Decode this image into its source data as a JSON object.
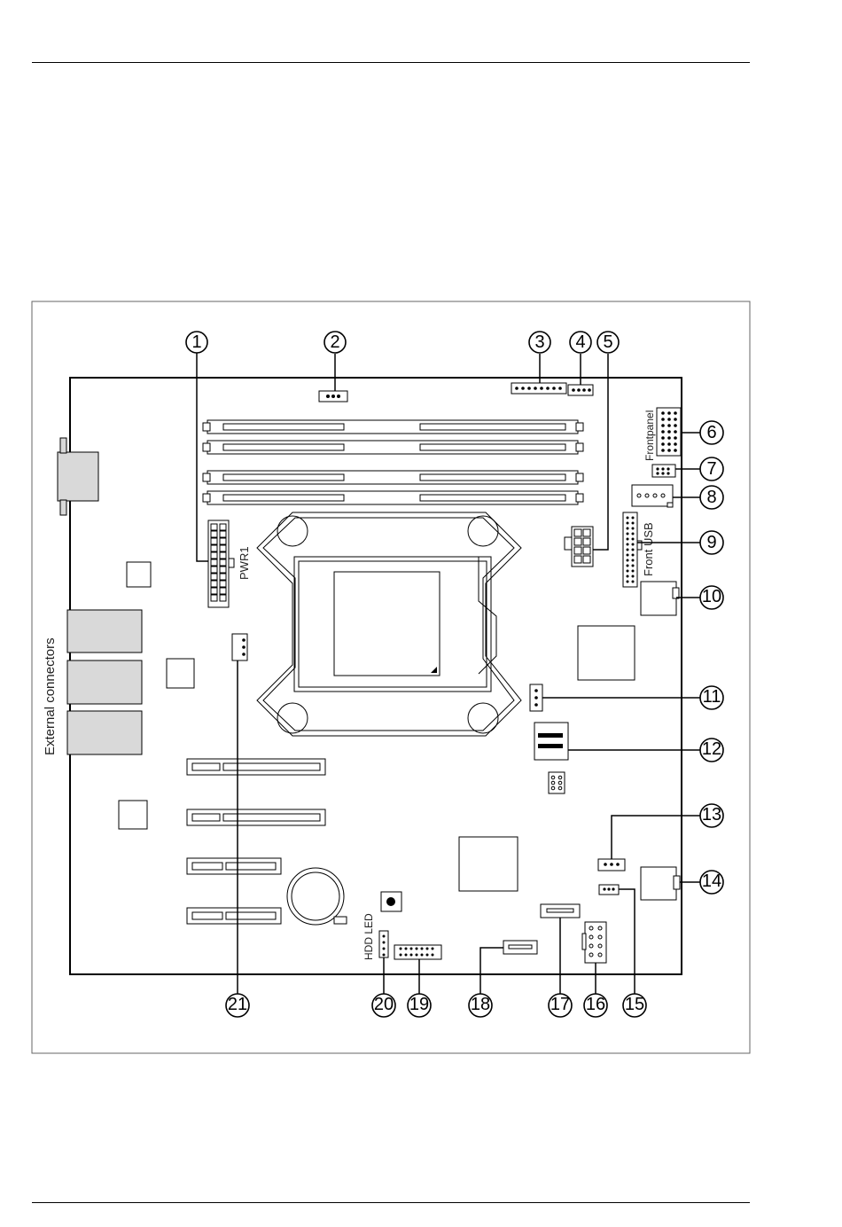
{
  "labels": {
    "pwr1": "PWR1",
    "frontpanel": "Frontpanel",
    "front_usb": "Front USB",
    "external_connectors": "External connectors",
    "hdd_led": "HDD LED"
  },
  "callouts": [
    "1",
    "2",
    "3",
    "4",
    "5",
    "6",
    "7",
    "8",
    "9",
    "10",
    "11",
    "12",
    "13",
    "14",
    "15",
    "16",
    "17",
    "18",
    "19",
    "20",
    "21"
  ]
}
